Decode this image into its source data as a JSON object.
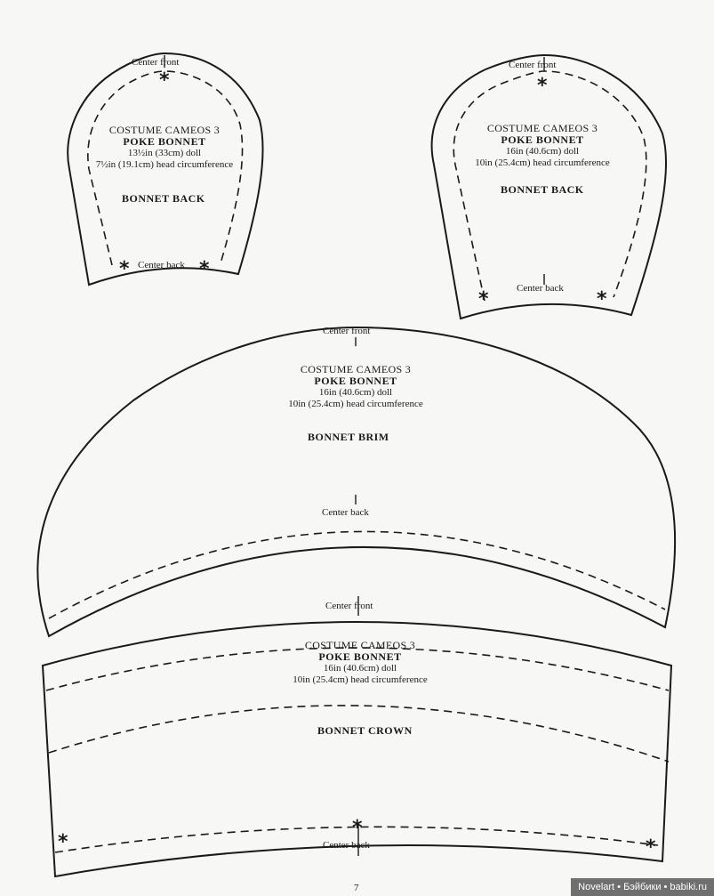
{
  "labels": {
    "series": "COSTUME CAMEOS 3",
    "name": "POKE BONNET",
    "center_front": "Center front",
    "center_back": "Center back",
    "star": "*"
  },
  "pieces": {
    "back_small": {
      "doll": "13½in (33cm) doll",
      "head": "7½in (19.1cm) head circumference",
      "title": "BONNET BACK"
    },
    "back_large": {
      "doll": "16in (40.6cm) doll",
      "head": "10in (25.4cm) head circumference",
      "title": "BONNET BACK"
    },
    "brim": {
      "doll": "16in (40.6cm) doll",
      "head": "10in (25.4cm) head circumference",
      "title": "BONNET BRIM"
    },
    "crown": {
      "doll": "16in (40.6cm) doll",
      "head": "10in (25.4cm) head circumference",
      "title": "BONNET CROWN"
    }
  },
  "page_number": "7",
  "credit": "Novelart • Бэйбики • babiki.ru"
}
